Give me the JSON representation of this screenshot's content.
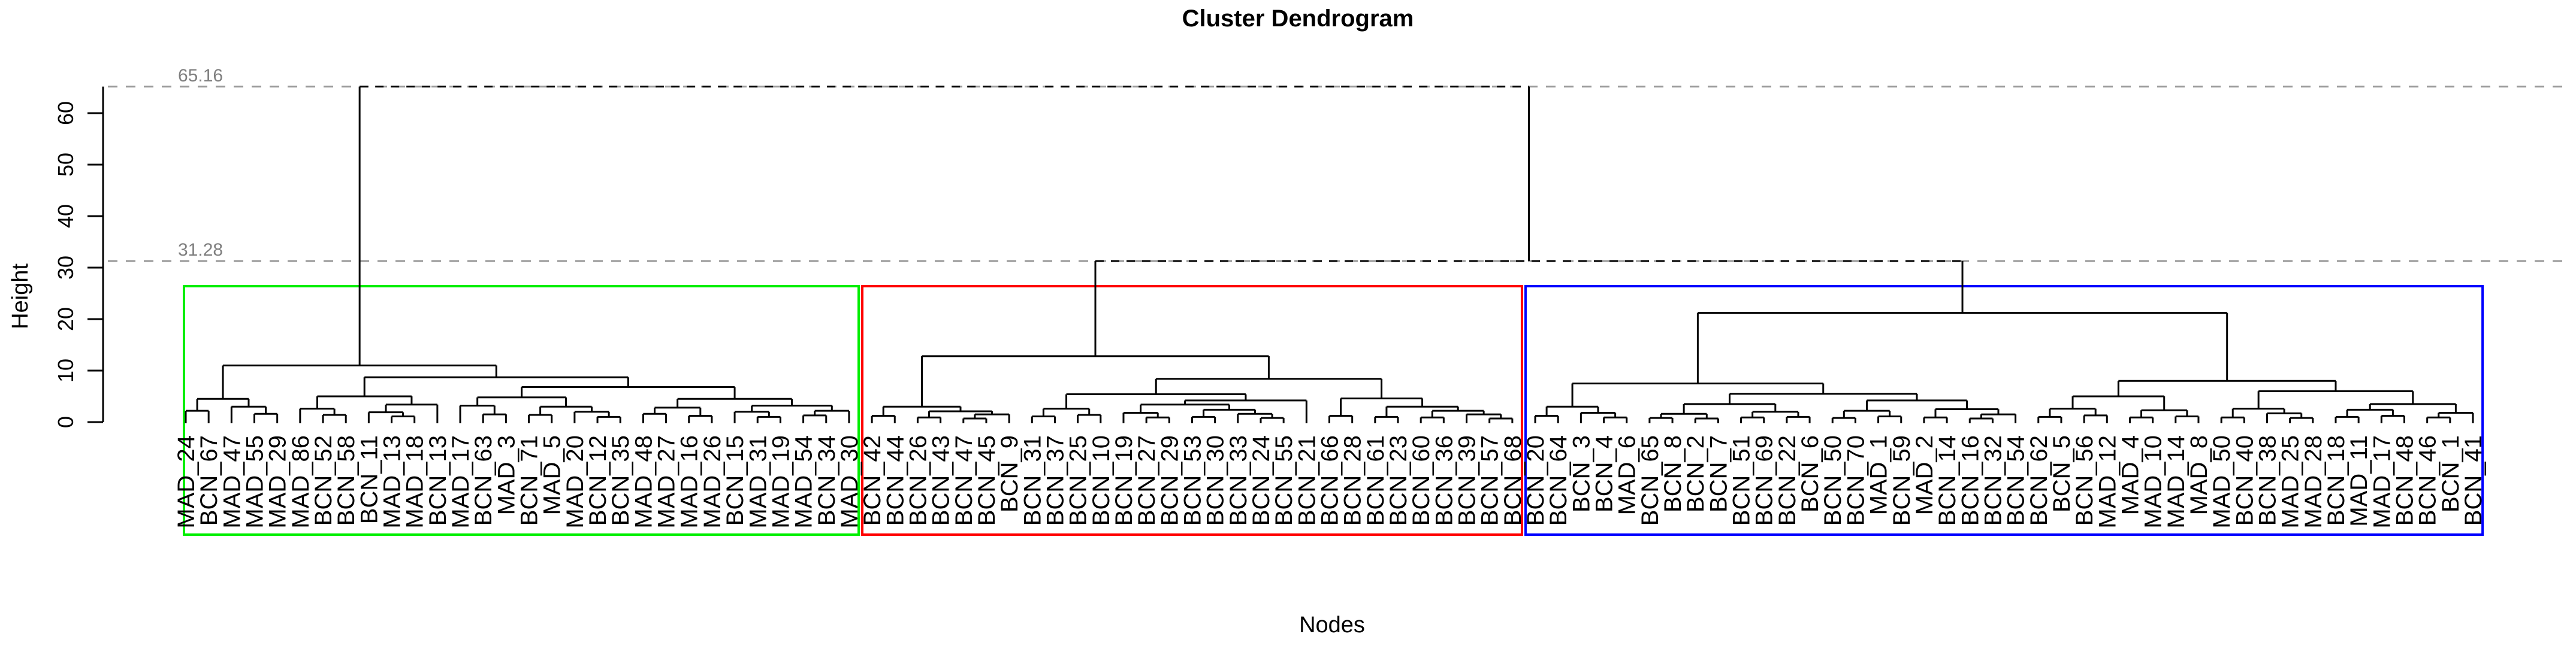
{
  "chart_data": {
    "type": "dendrogram",
    "title": "Cluster Dendrogram",
    "xlabel": "Nodes",
    "ylabel": "Height",
    "y_ticks": [
      0,
      10,
      20,
      30,
      40,
      50,
      60
    ],
    "ylim": [
      0,
      65.16
    ],
    "grid": "dashed gray lines at cut heights only",
    "legend_position": "none",
    "cut_lines": [
      {
        "value": 65.16,
        "label": "65.16",
        "color": "#999999"
      },
      {
        "value": 31.28,
        "label": "31.28",
        "color": "#999999"
      }
    ],
    "root_links": {
      "top_merge_height": 65.16,
      "second_merge_height": 31.28,
      "style": "dashed-black-horizontals"
    },
    "clusters": [
      {
        "name": "cluster-1",
        "box_color": "#00ee00",
        "n_leaves": 30,
        "tree": [
          11.0,
          [
            4.5,
            [
              2.2,
              "MAD_24",
              "BCN_67"
            ],
            [
              3.0,
              "MAD_47",
              [
                1.6,
                "MAD_55",
                "MAD_29"
              ]
            ]
          ],
          [
            8.7,
            [
              5.0,
              [
                2.6,
                "MAD_86",
                [
                  1.4,
                  "BCN_52",
                  "BCN_58"
                ]
              ],
              [
                3.4,
                [
                  1.9,
                  "BCN_11",
                  [
                    1.1,
                    "MAD_13",
                    "MAD_18"
                  ]
                ],
                "BCN_13"
              ]
            ],
            [
              6.8,
              [
                4.8,
                [
                  3.2,
                  "MAD_17",
                  [
                    1.5,
                    "BCN_63",
                    "MAD_3"
                  ]
                ],
                [
                  3.0,
                  [
                    1.4,
                    "BCN_71",
                    "MAD_5"
                  ],
                  [
                    2.0,
                    "MAD_20",
                    [
                      1.0,
                      "BCN_12",
                      "BCN_35"
                    ]
                  ]
                ]
              ],
              [
                4.5,
                [
                  2.8,
                  [
                    1.6,
                    "MAD_48",
                    "MAD_27"
                  ],
                  [
                    1.2,
                    "MAD_16",
                    "MAD_26"
                  ]
                ],
                [
                  3.2,
                  [
                    2.0,
                    "BCN_15",
                    [
                      1.0,
                      "MAD_31",
                      "MAD_19"
                    ]
                  ],
                  [
                    2.2,
                    [
                      1.3,
                      "MAD_54",
                      "BCN_34"
                    ],
                    "MAD_30"
                  ]
                ]
              ]
            ]
          ]
        ]
      },
      {
        "name": "cluster-2",
        "box_color": "#ff0000",
        "n_leaves": 29,
        "tree": [
          12.8,
          [
            3.0,
            [
              1.2,
              "BCN_42",
              "BCN_44"
            ],
            [
              2.1,
              [
                0.9,
                "BCN_26",
                "BCN_43"
              ],
              [
                1.5,
                [
                  0.7,
                  "BCN_47",
                  "BCN_45"
                ],
                "BCN_9"
              ]
            ]
          ],
          [
            8.4,
            [
              5.4,
              [
                2.6,
                [
                  1.1,
                  "BCN_31",
                  "BCN_37"
                ],
                [
                  1.4,
                  "BCN_25",
                  "BCN_10"
                ]
              ],
              [
                4.2,
                [
                  3.4,
                  [
                    1.8,
                    "BCN_19",
                    [
                      0.9,
                      "BCN_27",
                      "BCN_29"
                    ]
                  ],
                  [
                    2.4,
                    [
                      1.0,
                      "BCN_53",
                      "BCN_30"
                    ],
                    [
                      1.6,
                      "BCN_33",
                      [
                        0.8,
                        "BCN_24",
                        "BCN_55"
                      ]
                    ]
                  ]
                ],
                "BCN_21"
              ]
            ],
            [
              4.6,
              [
                1.2,
                "BCN_66",
                "BCN_28"
              ],
              [
                3.0,
                [
                  1.0,
                  "BCN_61",
                  "BCN_23"
                ],
                [
                  2.2,
                  [
                    0.9,
                    "BCN_60",
                    "BCN_36"
                  ],
                  [
                    1.5,
                    "BCN_39",
                    [
                      0.7,
                      "BCN_57",
                      "BCN_68"
                    ]
                  ]
                ]
              ]
            ]
          ]
        ]
      },
      {
        "name": "cluster-3",
        "box_color": "#0000ff",
        "n_leaves": 42,
        "tree": [
          21.2,
          [
            7.5,
            [
              3.0,
              [
                1.2,
                "BCN_20",
                "BCN_64"
              ],
              [
                1.8,
                "BCN_3",
                [
                  0.9,
                  "BCN_4",
                  "MAD_6"
                ]
              ]
            ],
            [
              5.5,
              [
                3.5,
                [
                  1.6,
                  [
                    0.8,
                    "BCN_65",
                    "BCN_8"
                  ],
                  [
                    0.7,
                    "BCN_2",
                    "BCN_7"
                  ]
                ],
                [
                  2.0,
                  [
                    0.9,
                    "BCN_51",
                    "BCN_69"
                  ],
                  [
                    1.0,
                    "BCN_22",
                    "BCN_6"
                  ]
                ]
              ],
              [
                4.2,
                [
                  2.2,
                  [
                    0.8,
                    "BCN_50",
                    "BCN_70"
                  ],
                  [
                    1.1,
                    "MAD_1",
                    "BCN_59"
                  ]
                ],
                [
                  2.5,
                  [
                    0.9,
                    "MAD_2",
                    "BCN_14"
                  ],
                  [
                    1.5,
                    [
                      0.7,
                      "BCN_16",
                      "BCN_32"
                    ],
                    "BCN_54"
                  ]
                ]
              ]
            ]
          ],
          [
            8.0,
            [
              5.0,
              [
                2.6,
                [
                  1.0,
                  "BCN_62",
                  "BCN_5"
                ],
                [
                  1.3,
                  "BCN_56",
                  "MAD_12"
                ]
              ],
              [
                2.3,
                [
                  0.9,
                  "MAD_4",
                  "MAD_10"
                ],
                [
                  1.1,
                  "MAD_14",
                  "MAD_8"
                ]
              ]
            ],
            [
              6.0,
              [
                2.6,
                [
                  0.9,
                  "MAD_50",
                  "BCN_40"
                ],
                [
                  1.7,
                  "BCN_38",
                  [
                    0.8,
                    "MAD_25",
                    "MAD_28"
                  ]
                ]
              ],
              [
                3.5,
                [
                  2.4,
                  [
                    1.0,
                    "BCN_18",
                    "MAD_11"
                  ],
                  [
                    1.2,
                    "MAD_17",
                    "BCN_48"
                  ]
                ],
                [
                  1.8,
                  [
                    0.9,
                    "BCN_46",
                    "BCN_1"
                  ],
                  "BCN_41"
                ]
              ]
            ]
          ]
        ]
      }
    ],
    "leaf_order": [
      "MAD_24",
      "BCN_67",
      "MAD_47",
      "MAD_55",
      "MAD_29",
      "MAD_86",
      "BCN_52",
      "BCN_58",
      "BCN_11",
      "MAD_13",
      "MAD_18",
      "BCN_13",
      "MAD_17",
      "BCN_63",
      "MAD_3",
      "BCN_71",
      "MAD_5",
      "MAD_20",
      "BCN_12",
      "BCN_35",
      "MAD_48",
      "MAD_27",
      "MAD_16",
      "MAD_26",
      "BCN_15",
      "MAD_31",
      "MAD_19",
      "MAD_54",
      "BCN_34",
      "MAD_30",
      "BCN_42",
      "BCN_44",
      "BCN_26",
      "BCN_43",
      "BCN_47",
      "BCN_45",
      "BCN_9",
      "BCN_31",
      "BCN_37",
      "BCN_25",
      "BCN_10",
      "BCN_19",
      "BCN_27",
      "BCN_29",
      "BCN_53",
      "BCN_30",
      "BCN_33",
      "BCN_24",
      "BCN_55",
      "BCN_21",
      "BCN_66",
      "BCN_28",
      "BCN_61",
      "BCN_23",
      "BCN_60",
      "BCN_36",
      "BCN_39",
      "BCN_57",
      "BCN_68",
      "BCN_20",
      "BCN_64",
      "BCN_3",
      "BCN_4",
      "MAD_6",
      "BCN_65",
      "BCN_8",
      "BCN_2",
      "BCN_7",
      "BCN_51",
      "BCN_69",
      "BCN_22",
      "BCN_6",
      "BCN_50",
      "BCN_70",
      "MAD_1",
      "BCN_59",
      "MAD_2",
      "BCN_14",
      "BCN_16",
      "BCN_32",
      "BCN_54",
      "BCN_62",
      "BCN_5",
      "BCN_56",
      "MAD_12",
      "MAD_4",
      "MAD_10",
      "MAD_14",
      "MAD_8",
      "MAD_50",
      "BCN_40",
      "BCN_38",
      "MAD_25",
      "MAD_28",
      "BCN_18",
      "MAD_11",
      "MAD_17",
      "BCN_48",
      "BCN_46",
      "BCN_1",
      "BCN_41"
    ],
    "colors": {
      "line": "#000000",
      "grid": "#999999",
      "cut_label": "#7f7f7f",
      "box_green": "#00ee00",
      "box_red": "#ff0000",
      "box_blue": "#0000ff"
    }
  }
}
